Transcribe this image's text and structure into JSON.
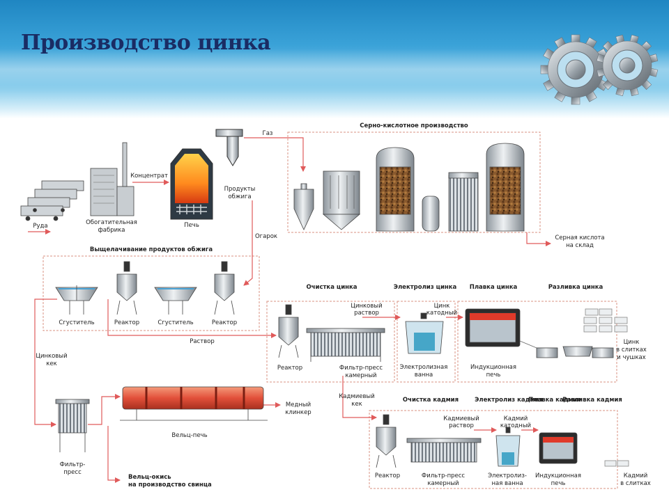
{
  "title": "Производство цинка",
  "colors": {
    "accent_arrow": "#e05a5a",
    "frame": "#d99080",
    "title": "#1a2c64"
  },
  "icons": [
    "gear-icon"
  ],
  "sections": {
    "sulfuric": "Серно-кислотное производство",
    "leaching": "Выщелачивание продуктов обжига",
    "zinc_purification": "Очистка цинка",
    "zinc_electrolysis": "Электролиз цинка",
    "zinc_melting": "Плавка цинка",
    "zinc_casting": "Разливка цинка",
    "cadmium_purification": "Очистка кадмия",
    "cadmium_electrolysis": "Электролиз кадмия",
    "cadmium_melting": "Плавка кадмия",
    "cadmium_casting": "Разливка кадмия"
  },
  "labels": {
    "ore": "Руда",
    "plant_1": "Обогатительная",
    "plant_2": "фабрика",
    "concentrate": "Концентрат",
    "furnace": "Печь",
    "gas": "Газ",
    "roast_1": "Продукты",
    "roast_2": "обжига",
    "cinder": "Огарок",
    "acid_1": "Серная кислота",
    "acid_2": "на склад",
    "thickener_1": "Сгуститель",
    "reactor_1": "Реактор",
    "thickener_2": "Сгуститель",
    "reactor_2": "Реактор",
    "solution": "Раствор",
    "zinc_solution_1": "Цинковый",
    "zinc_solution_2": "раствор",
    "zinc_cathodes_1": "Цинк",
    "zinc_cathodes_2": "катодный",
    "reactor_3": "Реактор",
    "filter_press_1": "Фильтр-пресс",
    "filter_press_2": "камерный",
    "electro_bath_1": "Электролизная",
    "electro_bath_2": "ванна",
    "induction_1": "Индукционная",
    "induction_2": "печь",
    "zinc_ingots_1": "Цинк",
    "zinc_ingots_2": "в слитках",
    "zinc_ingots_3": "и чушках",
    "zinc_coke_1": "Цинковый",
    "zinc_coke_2": "кек",
    "cadmium_coke_1": "Кадмиевый",
    "cadmium_coke_2": "кек",
    "filter_press_3": "Фильтр-",
    "filter_press_4": "пресс",
    "waelz_kiln": "Вельц-печь",
    "copper_1": "Медный",
    "copper_2": "клинкер",
    "waelz_oxide_1": "Вельц-окись",
    "waelz_oxide_2": "на производство свинца",
    "cadmium_solution_1": "Кадмиевый",
    "cadmium_solution_2": "раствор",
    "cadmium_cathodes_1": "Кадмий",
    "cadmium_cathodes_2": "катодный",
    "reactor_4": "Реактор",
    "filter_press_5": "Фильтр-пресс",
    "filter_press_6": "камерный",
    "electro_bath_3": "Электролиз-",
    "electro_bath_4": "ная ванна",
    "induction_3": "Индукционная",
    "induction_4": "печь",
    "cadmium_ingots_1": "Кадмий",
    "cadmium_ingots_2": "в слитках"
  }
}
